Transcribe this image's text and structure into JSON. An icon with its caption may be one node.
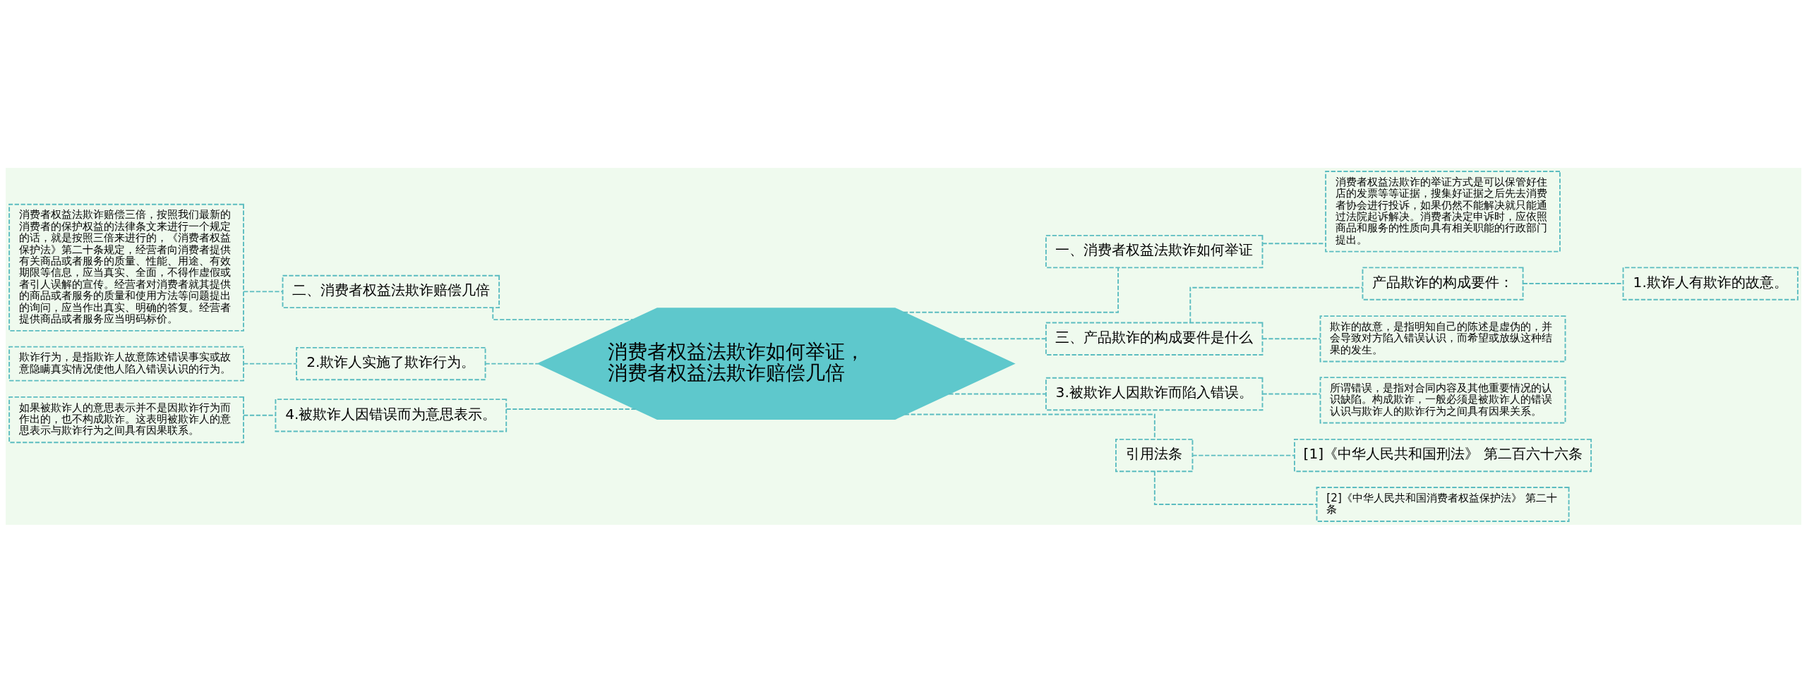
{
  "diagram": {
    "nodes": [
      {
        "text": [
          "消费者权益法欺诈如何举证，消费者权益法欺诈赔偿几倍"
        ]
      },
      {
        "text": [
          "一、消费者权益法欺诈如何举证"
        ]
      },
      {
        "text": [
          "消费者权益法欺诈的举证方式是可以保管好住店的发票等等证据，搜集好证据之后先去消费者协会进行投诉，如果仍然不能解决就只能通过法院起诉解决。消费者决定申诉时，应依照商品和服务的性质向具有相关职能的行政部门提出。"
        ]
      },
      {
        "text": [
          "三、产品欺诈的构成要件是什么"
        ]
      },
      {
        "text": [
          "产品欺诈的构成要件："
        ]
      },
      {
        "text": [
          "1.欺诈人有欺诈的故意。"
        ]
      },
      {
        "text": [
          "欺诈的故意，是指明知自己的陈述是虚伪的，并会导致对方陷入错误认识，而希望或放纵这种结果的发生。"
        ]
      },
      {
        "text": [
          "3.被欺诈人因欺诈而陷入错误。"
        ]
      },
      {
        "text": [
          "所谓错误，是指对合同内容及其他重要情况的认识缺陷。构成欺诈，一般必须是被欺诈人的错误认识与欺诈人的欺诈行为之间具有因果关系。"
        ]
      },
      {
        "text": [
          "引用法条"
        ]
      },
      {
        "text": [
          "[1]《中华人民共和国刑法》 第二百六十六条"
        ]
      },
      {
        "text": [
          "[2]《中华人民共和国消费者权益保护法》 第二十条"
        ]
      },
      {
        "text": [
          "二、消费者权益法欺诈赔偿几倍"
        ]
      },
      {
        "text": [
          "消费者权益法欺诈赔偿三倍，按照我们最新的消费者的保护权益的法律条文来进行一个规定的话，就是按照三倍来进行的，《消费者权益保护法》第二十条规定，经营者向消费者提供有关商品或者服务的质量、性能、用途、有效期限等信息，应当真实、全面，不得作虚假或者引人误解的宣传。经营者对消费者就其提供的商品或者服务的质量和使用方法等问题提出的询问，应当作出真实、明确的答复。经营者提供商品或者服务应当明码标价。"
        ]
      },
      {
        "text": [
          "2.欺诈人实施了欺诈行为。"
        ]
      },
      {
        "text": [
          "欺诈行为，是指欺诈人故意陈述错误事实或故意隐瞒真实情况使他人陷入错误认识的行为。"
        ]
      },
      {
        "text": [
          "4.被欺诈人因错误而为意思表示。"
        ]
      },
      {
        "text": [
          "如果被欺诈人的意思表示并不是因欺诈行为而作出的，也不构成欺诈。这表明被欺诈人的意思表示与欺诈行为之间具有因果联系。"
        ]
      }
    ],
    "edges": [
      {
        "from": 0,
        "to": 1,
        "arrow": "none",
        "style": "dashed"
      },
      {
        "from": 1,
        "to": 2,
        "arrow": "none",
        "style": "dashed"
      },
      {
        "from": 0,
        "to": 3,
        "arrow": "none",
        "style": "dashed"
      },
      {
        "from": 3,
        "to": 4,
        "arrow": "none",
        "style": "dashed"
      },
      {
        "from": 4,
        "to": 5,
        "arrow": "none",
        "style": "dashed"
      },
      {
        "from": 3,
        "to": 6,
        "arrow": "none",
        "style": "dashed"
      },
      {
        "from": 0,
        "to": 7,
        "arrow": "none",
        "style": "dashed"
      },
      {
        "from": 7,
        "to": 8,
        "arrow": "none",
        "style": "dashed"
      },
      {
        "from": 0,
        "to": 9,
        "arrow": "none",
        "style": "dashed"
      },
      {
        "from": 9,
        "to": 10,
        "arrow": "none",
        "style": "dashed"
      },
      {
        "from": 9,
        "to": 11,
        "arrow": "none",
        "style": "dashed"
      },
      {
        "from": 0,
        "to": 12,
        "arrow": "none",
        "style": "dashed"
      },
      {
        "from": 12,
        "to": 13,
        "arrow": "none",
        "style": "dashed"
      },
      {
        "from": 0,
        "to": 14,
        "arrow": "none",
        "style": "dashed"
      },
      {
        "from": 14,
        "to": 15,
        "arrow": "none",
        "style": "dashed"
      },
      {
        "from": 0,
        "to": 16,
        "arrow": "none",
        "style": "dashed"
      },
      {
        "from": 16,
        "to": 17,
        "arrow": "none",
        "style": "dashed"
      }
    ]
  }
}
